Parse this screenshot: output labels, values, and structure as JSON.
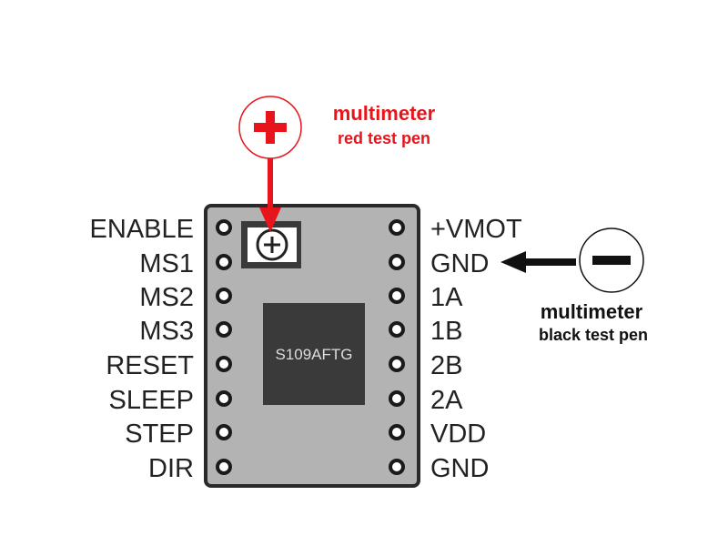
{
  "colors": {
    "board": "#b3b3b3",
    "board_border": "#2a2a2a",
    "chip": "#3a3a3a",
    "red_probe": "#e8141b",
    "black_probe": "#111111"
  },
  "chip": {
    "label": "S109AFTG"
  },
  "left_pins": [
    "ENABLE",
    "MS1",
    "MS2",
    "MS3",
    "RESET",
    "SLEEP",
    "STEP",
    "DIR"
  ],
  "right_pins": [
    "+VMOT",
    "GND",
    "1A",
    "1B",
    "2B",
    "2A",
    "VDD",
    "GND"
  ],
  "red_probe": {
    "symbol": "+",
    "caption_line1": "multimeter",
    "caption_line2": "red test pen",
    "target": "potentiometer"
  },
  "black_probe": {
    "symbol": "−",
    "caption_line1": "multimeter",
    "caption_line2": "black test pen",
    "target_pin": "GND"
  },
  "icons": [
    "potentiometer-icon",
    "plus-icon",
    "minus-icon",
    "arrow-down-icon",
    "arrow-left-icon"
  ]
}
